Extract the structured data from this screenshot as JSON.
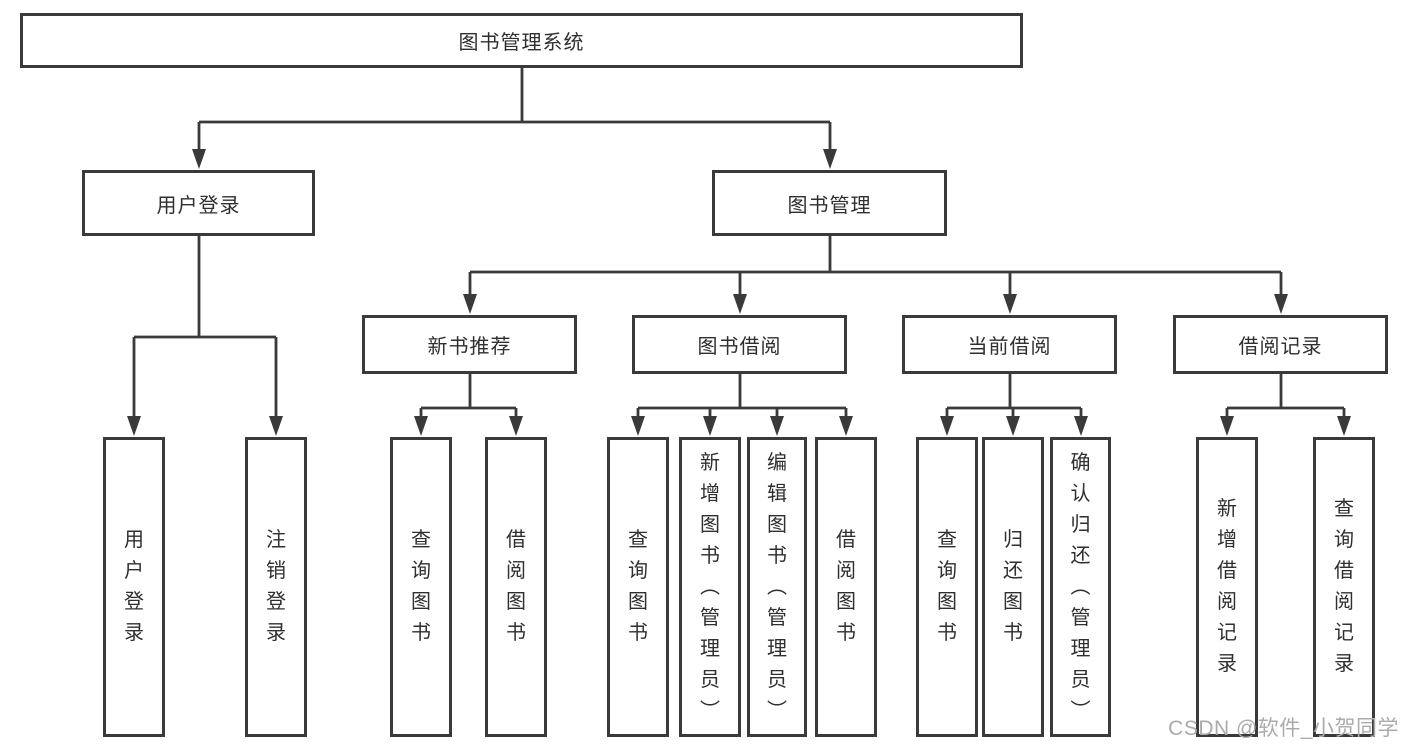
{
  "diagram_title": "图书管理系统",
  "colors": {
    "line": "#3a3a3a",
    "box_border": "#3a3a3a",
    "text": "#2f2f2f",
    "watermark": "#ababab",
    "background": "#ffffff"
  },
  "watermark": "CSDN @软件_小贺同学",
  "nodes": {
    "root": "图书管理系统",
    "user_login": "用户登录",
    "book_mgmt": "图书管理",
    "new_book_rec": "新书推荐",
    "book_borrow": "图书借阅",
    "current_borrow": "当前借阅",
    "borrow_record": "借阅记录",
    "leaf_user_login": "用户登录",
    "leaf_logout": "注销登录",
    "leaf_rec_query": "查询图书",
    "leaf_rec_borrow": "借阅图书",
    "leaf_bb_query": "查询图书",
    "leaf_bb_add": "新增图书（管理员）",
    "leaf_bb_edit": "编辑图书（管理员）",
    "leaf_bb_borrow": "借阅图书",
    "leaf_cb_query": "查询图书",
    "leaf_cb_return": "归还图书",
    "leaf_cb_confirm": "确认归还（管理员）",
    "leaf_br_add": "新增借阅记录",
    "leaf_br_query": "查询借阅记录"
  },
  "hierarchy": {
    "图书管理系统": {
      "用户登录": [
        "用户登录",
        "注销登录"
      ],
      "图书管理": {
        "新书推荐": [
          "查询图书",
          "借阅图书"
        ],
        "图书借阅": [
          "查询图书",
          "新增图书（管理员）",
          "编辑图书（管理员）",
          "借阅图书"
        ],
        "当前借阅": [
          "查询图书",
          "归还图书",
          "确认归还（管理员）"
        ],
        "借阅记录": [
          "新增借阅记录",
          "查询借阅记录"
        ]
      }
    }
  }
}
